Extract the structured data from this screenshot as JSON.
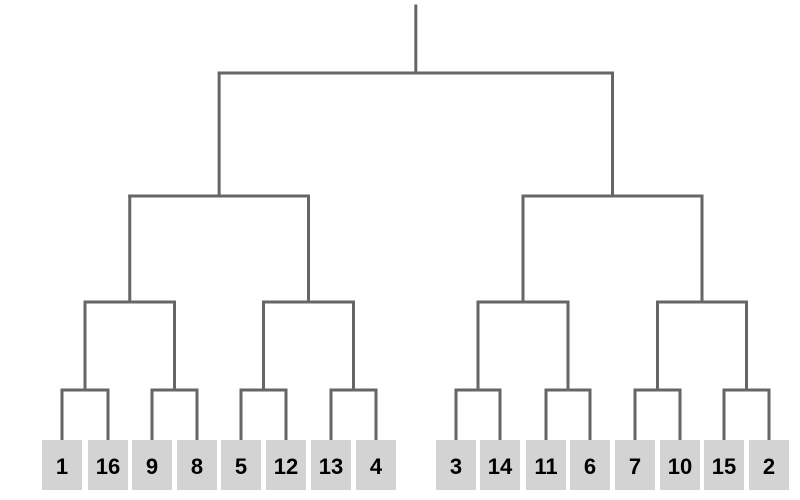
{
  "bracket": {
    "seeds": [
      "1",
      "16",
      "9",
      "8",
      "5",
      "12",
      "13",
      "4",
      "3",
      "14",
      "11",
      "6",
      "7",
      "10",
      "15",
      "2"
    ]
  },
  "colors": {
    "line": "#666666",
    "seed_box": "#d3d3d3",
    "seed_text": "#000000"
  }
}
